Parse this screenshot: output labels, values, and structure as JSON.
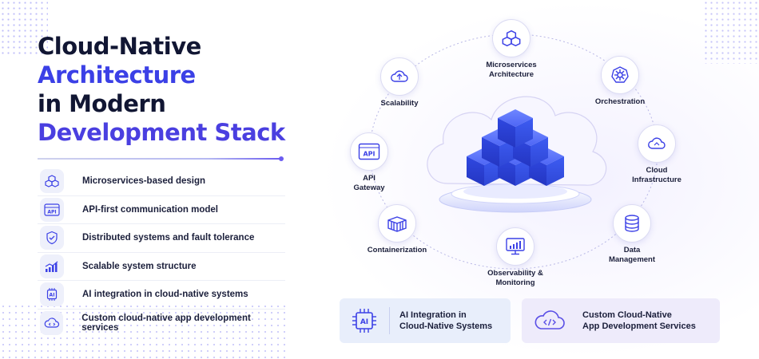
{
  "title": {
    "line1": "Cloud-Native",
    "line2": "Architecture",
    "line3": "in Modern",
    "line4": "Development Stack"
  },
  "features": [
    {
      "icon": "cubes-icon",
      "label": "Microservices-based design"
    },
    {
      "icon": "api-window-icon",
      "label": "API-first communication model"
    },
    {
      "icon": "shield-check-icon",
      "label": "Distributed systems and fault tolerance"
    },
    {
      "icon": "growth-chart-icon",
      "label": "Scalable system structure"
    },
    {
      "icon": "ai-chip-icon",
      "label": "AI integration in cloud-native systems"
    },
    {
      "icon": "code-cloud-icon",
      "label": "Custom cloud-native app development services"
    }
  ],
  "diagram": {
    "nodes": {
      "microservices": {
        "line1": "Microservices",
        "line2": "Architecture"
      },
      "orchestration": {
        "line1": "Orchestration"
      },
      "cloud": {
        "line1": "Cloud",
        "line2": "Infrastructure"
      },
      "data": {
        "line1": "Data",
        "line2": "Management"
      },
      "observability": {
        "line1": "Observability &",
        "line2": "Monitoring"
      },
      "containerization": {
        "line1": "Containerization"
      },
      "api_gateway": {
        "line1": "API",
        "line2": "Gateway",
        "badge": "API"
      },
      "scalability": {
        "line1": "Scalability"
      }
    }
  },
  "cards": {
    "ai": {
      "badge": "AI",
      "line1": "AI Integration in",
      "line2": "Cloud-Native Systems"
    },
    "custom": {
      "line1": "Custom Cloud-Native",
      "line2": "App Development Services"
    }
  },
  "colors": {
    "primary_blue": "#3b40e6",
    "accent_purple": "#6b5cf0",
    "dark_text": "#111633"
  }
}
